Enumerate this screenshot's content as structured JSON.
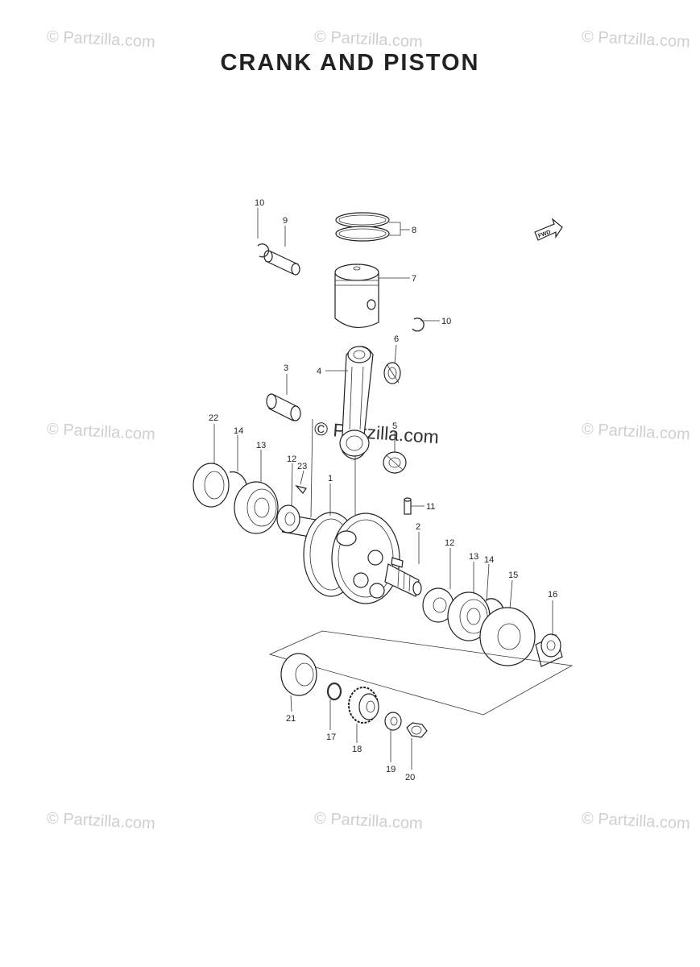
{
  "title": "CRANK AND PISTON",
  "watermark": "© Partzilla.com",
  "fwd_tag": "FWD",
  "callouts": {
    "c1": "1",
    "c2": "2",
    "c3": "3",
    "c4": "4",
    "c5": "5",
    "c6": "6",
    "c7": "7",
    "c8": "8",
    "c9": "9",
    "c10a": "10",
    "c10b": "10",
    "c11": "11",
    "c12a": "12",
    "c12b": "12",
    "c13a": "13",
    "c13b": "13",
    "c14a": "14",
    "c14b": "14",
    "c15": "15",
    "c16": "16",
    "c17": "17",
    "c18": "18",
    "c19": "19",
    "c20": "20",
    "c21": "21",
    "c22": "22",
    "c23": "23"
  }
}
